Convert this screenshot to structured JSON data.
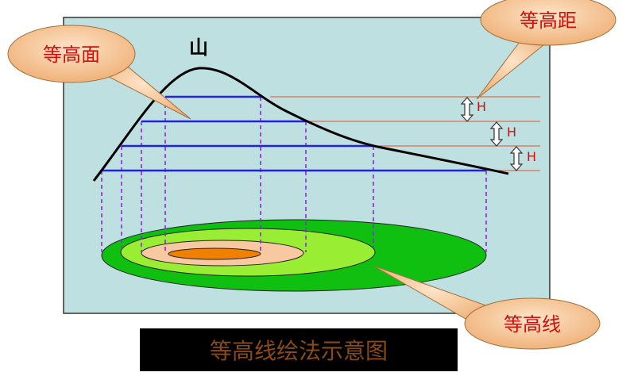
{
  "labels": {
    "mountain": "山",
    "contour_surface": "等高面",
    "contour_interval": "等高距",
    "contour_line": "等高线",
    "interval_symbol": "H"
  },
  "title": "等高线绘法示意图",
  "colors": {
    "panel": "#bfe0e0",
    "contour_surface_line": "#2222dd",
    "interval_line": "#e05030",
    "projection": "#8a2be2",
    "outer_ring": "#10c010",
    "middle_ring": "#99ee33",
    "inner_ring": "#f8c8a0",
    "core": "#f08000",
    "callout": "#f7c79a",
    "title_text": "#8b4a14"
  }
}
